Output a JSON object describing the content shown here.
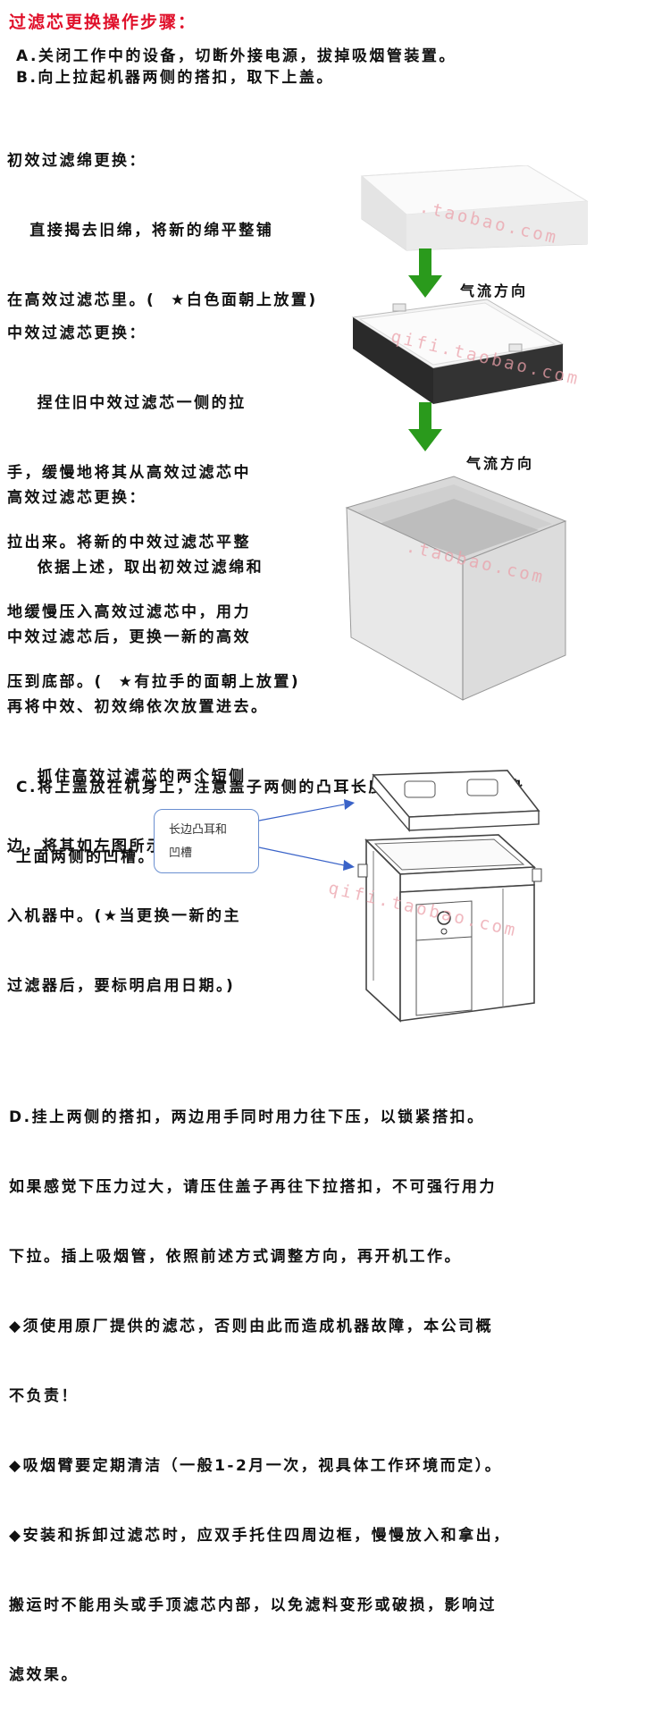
{
  "header": {
    "title": "过滤芯更换操作步骤："
  },
  "steps": {
    "a": "A.关闭工作中的设备，切断外接电源，拔掉吸烟管装置。",
    "b": "B.向上拉起机器两侧的搭扣，取下上盖。"
  },
  "primary": {
    "lines": [
      "初效过滤绵更换：",
      "   直接揭去旧绵，将新的绵平整铺",
      "在高效过滤芯里。(  ★白色面朝上放置)"
    ]
  },
  "medium": {
    "lines": [
      "中效过滤芯更换：",
      "    捏住旧中效过滤芯一侧的拉",
      "手，缓慢地将其从高效过滤芯中",
      "拉出来。将新的中效过滤芯平整",
      "地缓慢压入高效过滤芯中，用力",
      "压到底部。(  ★有拉手的面朝上放置)"
    ]
  },
  "high": {
    "lines": [
      "高效过滤芯更换：",
      "    依据上述，取出初效过滤绵和",
      "中效过滤芯后，更换一新的高效",
      "再将中效、初效绵依次放置进去。",
      "    抓住高效过滤芯的两个短侧",
      "边，将其如左图所示，平缓放",
      "入机器中。(★当更换一新的主",
      "过滤器后，要标明启用日期。)"
    ]
  },
  "airflow": {
    "label1": "气流方向",
    "label2": "气流方向"
  },
  "watermarks": {
    "w1": ".taobao.com",
    "w2": "qifi.taobao.com",
    "w3": ".taobao.com",
    "w4": "qifi.taobao.com"
  },
  "step_c": {
    "lines": [
      "C.将上盖放在机身上，注意盖子两侧的凸耳长度不一，相对应机身",
      "上面两侧的凹槽。"
    ]
  },
  "callout": {
    "lines": [
      "长边凸耳和",
      "凹槽"
    ]
  },
  "step_d": {
    "lines": [
      "D.挂上两侧的搭扣，两边用手同时用力往下压，以锁紧搭扣。",
      "如果感觉下压力过大，请压住盖子再往下拉搭扣，不可强行用力",
      "下拉。插上吸烟管，依照前述方式调整方向，再开机工作。",
      "◆须使用原厂提供的滤芯，否则由此而造成机器故障，本公司概",
      "不负责！",
      "◆吸烟臂要定期清洁（一般1-2月一次，视具体工作环境而定）。",
      "◆安装和拆卸过滤芯时，应双手托住四周边框，慢慢放入和拿出，",
      "搬运时不能用头或手顶滤芯内部，以免滤料变形或破损，影响过",
      "滤效果。"
    ]
  },
  "colors": {
    "title_red": "#e0102a",
    "arrow_green": "#2a9a1c",
    "callout_blue": "#3a63c8"
  }
}
